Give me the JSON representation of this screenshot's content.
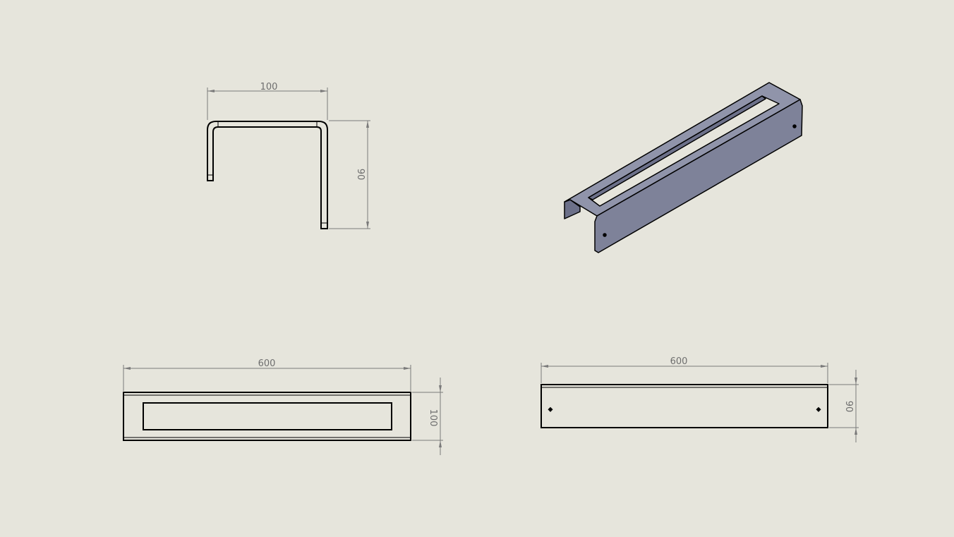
{
  "drawing": {
    "views": [
      {
        "name": "side-view",
        "dimensions": {
          "width": "100",
          "height": "90"
        }
      },
      {
        "name": "isometric-view"
      },
      {
        "name": "top-view",
        "dimensions": {
          "length": "600",
          "width": "100"
        }
      },
      {
        "name": "front-view",
        "dimensions": {
          "length": "600",
          "height": "90"
        }
      }
    ]
  },
  "colors": {
    "background": "#e6e5dc",
    "part_face": "#8a8ea3",
    "dimension": "#7a7a7a"
  }
}
